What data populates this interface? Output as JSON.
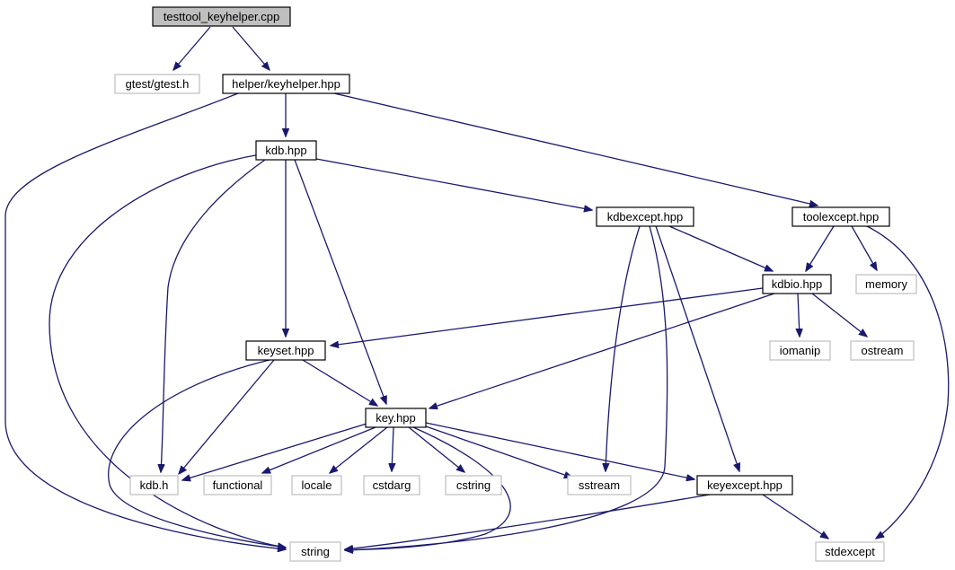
{
  "graph": {
    "edge_color": "#191970",
    "root_fill": "#bfbfbf",
    "external_border": "#bfbfbf",
    "nodes": [
      {
        "id": "testtool",
        "label": "testtool_keyhelper.cpp",
        "kind": "root"
      },
      {
        "id": "gtest",
        "label": "gtest/gtest.h",
        "kind": "external"
      },
      {
        "id": "keyhelper",
        "label": "helper/keyhelper.hpp",
        "kind": "internal"
      },
      {
        "id": "kdbhpp",
        "label": "kdb.hpp",
        "kind": "internal"
      },
      {
        "id": "kdbexcept",
        "label": "kdbexcept.hpp",
        "kind": "internal"
      },
      {
        "id": "toolexcept",
        "label": "toolexcept.hpp",
        "kind": "internal"
      },
      {
        "id": "kdbio",
        "label": "kdbio.hpp",
        "kind": "internal"
      },
      {
        "id": "memory",
        "label": "memory",
        "kind": "external"
      },
      {
        "id": "keyset",
        "label": "keyset.hpp",
        "kind": "internal"
      },
      {
        "id": "iomanip",
        "label": "iomanip",
        "kind": "external"
      },
      {
        "id": "ostream",
        "label": "ostream",
        "kind": "external"
      },
      {
        "id": "key",
        "label": "key.hpp",
        "kind": "internal"
      },
      {
        "id": "kdbh",
        "label": "kdb.h",
        "kind": "external"
      },
      {
        "id": "functional",
        "label": "functional",
        "kind": "external"
      },
      {
        "id": "locale",
        "label": "locale",
        "kind": "external"
      },
      {
        "id": "cstdarg",
        "label": "cstdarg",
        "kind": "external"
      },
      {
        "id": "cstring",
        "label": "cstring",
        "kind": "external"
      },
      {
        "id": "sstream",
        "label": "sstream",
        "kind": "external"
      },
      {
        "id": "keyexcept",
        "label": "keyexcept.hpp",
        "kind": "internal"
      },
      {
        "id": "string",
        "label": "string",
        "kind": "external"
      },
      {
        "id": "stdexcept",
        "label": "stdexcept",
        "kind": "external"
      }
    ],
    "edges": [
      {
        "from": "testtool",
        "to": "gtest"
      },
      {
        "from": "testtool",
        "to": "keyhelper"
      },
      {
        "from": "keyhelper",
        "to": "string"
      },
      {
        "from": "keyhelper",
        "to": "kdbhpp"
      },
      {
        "from": "keyhelper",
        "to": "toolexcept"
      },
      {
        "from": "kdbhpp",
        "to": "string"
      },
      {
        "from": "kdbhpp",
        "to": "kdbh"
      },
      {
        "from": "kdbhpp",
        "to": "keyset"
      },
      {
        "from": "kdbhpp",
        "to": "key"
      },
      {
        "from": "kdbhpp",
        "to": "kdbexcept"
      },
      {
        "from": "kdbexcept",
        "to": "sstream"
      },
      {
        "from": "kdbexcept",
        "to": "string"
      },
      {
        "from": "kdbexcept",
        "to": "keyexcept"
      },
      {
        "from": "kdbexcept",
        "to": "kdbio"
      },
      {
        "from": "toolexcept",
        "to": "kdbio"
      },
      {
        "from": "toolexcept",
        "to": "memory"
      },
      {
        "from": "toolexcept",
        "to": "stdexcept"
      },
      {
        "from": "kdbio",
        "to": "keyset"
      },
      {
        "from": "kdbio",
        "to": "key"
      },
      {
        "from": "kdbio",
        "to": "iomanip"
      },
      {
        "from": "kdbio",
        "to": "ostream"
      },
      {
        "from": "keyset",
        "to": "string"
      },
      {
        "from": "keyset",
        "to": "kdbh"
      },
      {
        "from": "keyset",
        "to": "key"
      },
      {
        "from": "key",
        "to": "kdbh"
      },
      {
        "from": "key",
        "to": "functional"
      },
      {
        "from": "key",
        "to": "locale"
      },
      {
        "from": "key",
        "to": "cstdarg"
      },
      {
        "from": "key",
        "to": "cstring"
      },
      {
        "from": "key",
        "to": "sstream"
      },
      {
        "from": "key",
        "to": "string"
      },
      {
        "from": "key",
        "to": "keyexcept"
      },
      {
        "from": "keyexcept",
        "to": "string"
      },
      {
        "from": "keyexcept",
        "to": "stdexcept"
      }
    ]
  }
}
